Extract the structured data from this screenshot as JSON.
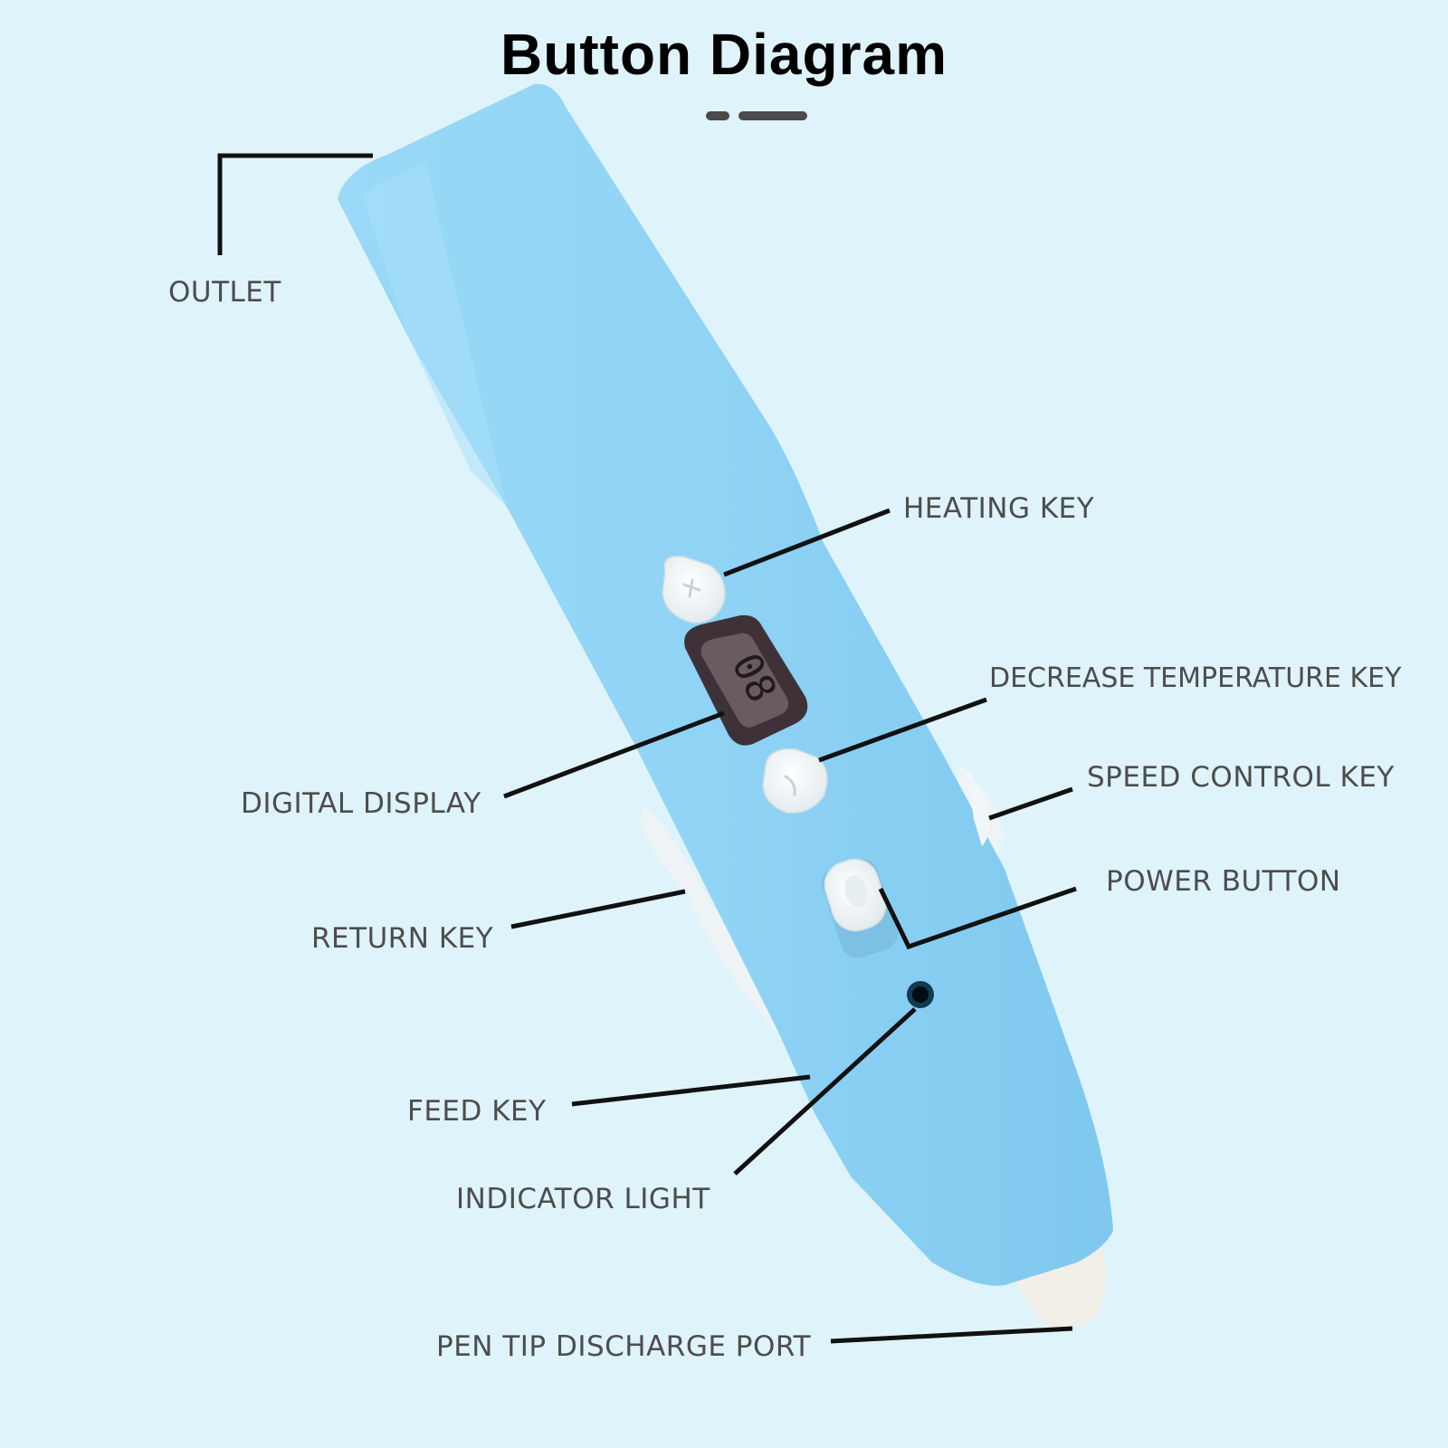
{
  "title": "Button Diagram",
  "display_value": "08",
  "labels": {
    "outlet": "OUTLET",
    "heating_key": "HEATING KEY",
    "decrease_temperature_key": "DECREASE TEMPERATURE KEY",
    "digital_display": "DIGITAL DISPLAY",
    "speed_control_key": "SPEED CONTROL KEY",
    "power_button": "POWER BUTTON",
    "return_key": "RETURN KEY",
    "feed_key": "FEED KEY",
    "indicator_light": "INDICATOR LIGHT",
    "pen_tip_discharge_port": "PEN TIP DISCHARGE PORT"
  },
  "colors": {
    "background": "#dff3fa",
    "pen_body": "#8fd3f5",
    "buttons": "#f4f7f8",
    "leader_lines": "#111111",
    "label_text": "#4d4d4d",
    "display_screen": "#5a4a52"
  }
}
